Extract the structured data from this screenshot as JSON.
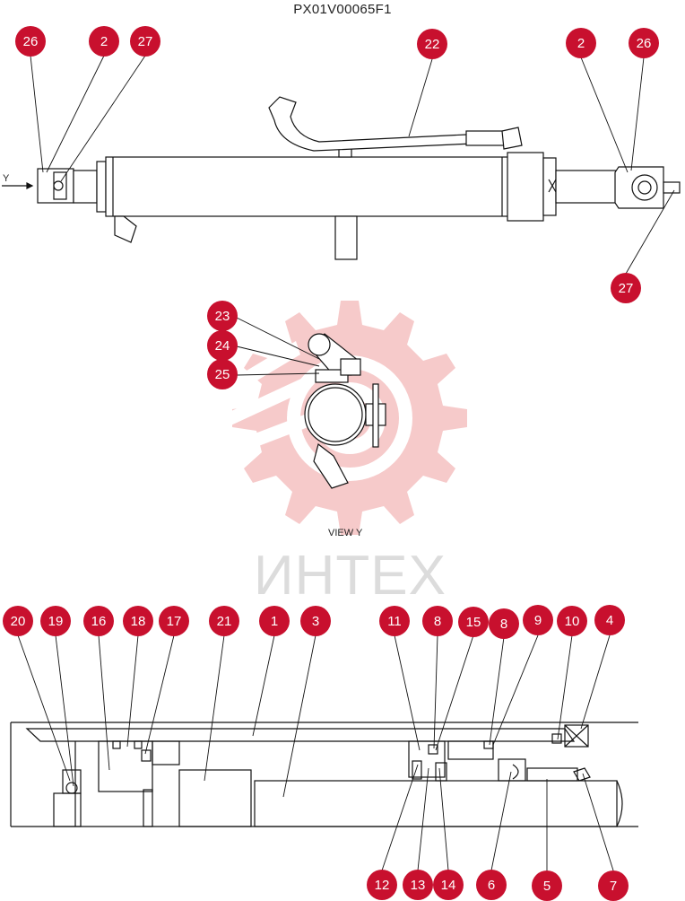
{
  "drawing_code": "PX01V00065F1",
  "view_label": "VIEW   Y",
  "arrow_label": "Y",
  "watermark": {
    "text": "ИНТЕХ"
  },
  "callout_color": "#c8102e",
  "callouts": {
    "c26a": "26",
    "c2a": "2",
    "c27a": "27",
    "c22": "22",
    "c2b": "2",
    "c26b": "26",
    "c27b": "27",
    "c23": "23",
    "c24": "24",
    "c25": "25",
    "c20": "20",
    "c19": "19",
    "c16": "16",
    "c18": "18",
    "c17": "17",
    "c21": "21",
    "c1": "1",
    "c3": "3",
    "c11": "11",
    "c8a": "8",
    "c15": "15",
    "c8b": "8",
    "c9": "9",
    "c10": "10",
    "c4": "4",
    "c12": "12",
    "c13": "13",
    "c14": "14",
    "c6": "6",
    "c5": "5",
    "c7": "7"
  }
}
